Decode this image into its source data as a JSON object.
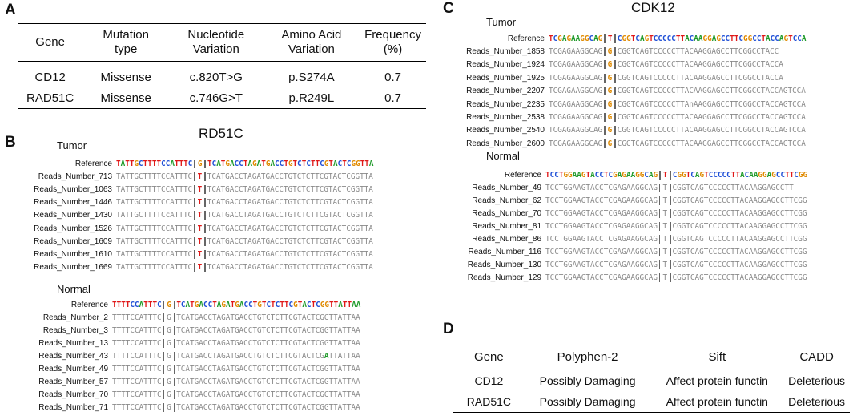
{
  "panels": {
    "A": "A",
    "B": "B",
    "C": "C",
    "D": "D"
  },
  "table_a": {
    "headers": [
      [
        "Gene"
      ],
      [
        "Mutation",
        "type"
      ],
      [
        "Nucleotide",
        "Variation"
      ],
      [
        "Amino Acid",
        "Variation"
      ],
      [
        "Frequency",
        "(%)"
      ]
    ],
    "rows": [
      [
        "CD12",
        "Missense",
        "c.820T>G",
        "p.S274A",
        "0.7"
      ],
      [
        "RAD51C",
        "Missense",
        "c.746G>T",
        "p.R249L",
        "0.7"
      ]
    ]
  },
  "panel_b": {
    "title": "RD51C",
    "tumor": {
      "label": "Tumor",
      "rows": [
        {
          "label": "Reference",
          "pre": "TATTGCTTTTCCATTTC",
          "mut": "G",
          "post": "TCATGACCTAGATGACCTGTCTCTTCGTACTCGGTTA",
          "ref": true
        },
        {
          "label": "Reads_Number_713",
          "pre": "TATTGCTTTTCCATTTC",
          "mut": "T",
          "post": "TCATGACCTAGATGACCTGTCTCTTCGTACTCGGTTA"
        },
        {
          "label": "Reads_Number_1063",
          "pre": "TATTGCTTTTCCATTTC",
          "mut": "T",
          "post": "TCATGACCTAGATGACCTGTCTCTTCGTACTCGGTTA"
        },
        {
          "label": "Reads_Number_1446",
          "pre": "TATTGCTTTTCCATTTC",
          "mut": "T",
          "post": "TCATGACCTAGATGACCTGTCTCTTCGTACTCGGTTA"
        },
        {
          "label": "Reads_Number_1430",
          "pre": "TATTGCTTTTCcATTTC",
          "mut": "T",
          "post": "TCATGACCTAGATGACCTGTCTCTTCGTACTCGGTTA"
        },
        {
          "label": "Reads_Number_1526",
          "pre": "TATTGCTTTTCCATTTC",
          "mut": "T",
          "post": "TCATGACCTAGATGACCTGTCTCTTCGTACTCGGTTA"
        },
        {
          "label": "Reads_Number_1609",
          "pre": "TATTGCTTTTCCATTTC",
          "mut": "T",
          "post": "TCATGACCTAGATGACCTGTCTCTTCGTACTCGGTTA"
        },
        {
          "label": "Reads_Number_1610",
          "pre": "TATTGCTTTTCCATTTC",
          "mut": "T",
          "post": "TCATGACCTAGATGACCTGTCTCTTCGTACTCGGTTA"
        },
        {
          "label": "Reads_Number_1669",
          "pre": "TATTGCTTTTCCATTTC",
          "mut": "T",
          "post": "TCATGACCTAGATGACCTGTCTCTTCGTACTCGGTTA"
        }
      ]
    },
    "normal": {
      "label": "Normal",
      "rows": [
        {
          "label": "Reference",
          "pre": "TTTTCCATTTC",
          "mut": "G",
          "post": "TCATGACCTAGATGACCTGTCTCTTCGTACTCGGTTATTAA",
          "ref": true
        },
        {
          "label": "Reads_Number_2",
          "pre": "TTTTCCATTTC",
          "mut": "G",
          "post": "TCATGACCTAGATGACCTGTCTCTTCGTACTCGGTTATTAA"
        },
        {
          "label": "Reads_Number_3",
          "pre": "TTTTCCATTTC",
          "mut": "G",
          "post": "TCATGACCTAGATGACCTGTCTCTTCGTACTCGGTTATTAA"
        },
        {
          "label": "Reads_Number_13",
          "pre": "TTTTCCATTTC",
          "mut": "G",
          "post": "TCATGACCTAGATGACCTGTCTCTTCGTACTCGGTTATTAA"
        },
        {
          "label": "Reads_Number_43",
          "pre": "TTTTCCATTTC",
          "mut": "G",
          "post": "TCATGACCTAGATGACCTGTCTCTTCGTACTCG",
          "hl": "A",
          "post2": "TTATTAA"
        },
        {
          "label": "Reads_Number_49",
          "pre": "TTTTCCATTTC",
          "mut": "G",
          "post": "TCATGACCTAGATGACCTGTCTCTTCGTACTCGGTTATTAA"
        },
        {
          "label": "Reads_Number_57",
          "pre": "TTTTCCATTTC",
          "mut": "G",
          "post": "TCATGACCTAGATGACCTGTCTCTTCGTACTCGGTTATTAA"
        },
        {
          "label": "Reads_Number_70",
          "pre": "TTTTCCATTTC",
          "mut": "G",
          "post": "TCATGACCTAGATGACCTGTCTCTTCGTACTCGGTTATTAA"
        },
        {
          "label": "Reads_Number_71",
          "pre": "TTTTCCATTTC",
          "mut": "G",
          "post": "TCATGACCTAGATGACCTGTCTCTTCGTACTCGGTTATTAA"
        }
      ]
    }
  },
  "panel_c": {
    "title": "CDK12",
    "tumor": {
      "label": "Tumor",
      "rows": [
        {
          "label": "Reference",
          "pre": "TCGAGAAGGCAG",
          "mut": "T",
          "post": "CGGTCAGTCCCCCTTACAAGGAGCCTTCGGCCTACCAGTCCA",
          "ref": true
        },
        {
          "label": "Reads_Number_1858",
          "pre": "TCGAGAAGGCAG",
          "mut": "G",
          "post": "CGGTCAGTCCCCCTTACAAGGAGCCTTCGGCCTACC"
        },
        {
          "label": "Reads_Number_1924",
          "pre": "TCGAGAAGGCAG",
          "mut": "G",
          "post": "CGGTCAGTCCCCCTTACAAGGAGCCTTCGGCCTACCA"
        },
        {
          "label": "Reads_Number_1925",
          "pre": "TCGAGAAGGCAG",
          "mut": "G",
          "post": "CGGTCAGTCCCCCTTACAAGGAGCCTTCGGCCTACCA"
        },
        {
          "label": "Reads_Number_2207",
          "pre": "TCGAGAAGGCAG",
          "mut": "G",
          "post": "CGGTCAGTCCCCCTTACAAGGAGCCTTCGGCCTACCAGTCCA"
        },
        {
          "label": "Reads_Number_2235",
          "pre": "TCGAGAAGGCAG",
          "mut": "G",
          "post": "CGGTCAGTCCCCCTTAnAAGGAGCCTTCGGCCTACCAGTCCA"
        },
        {
          "label": "Reads_Number_2538",
          "pre": "TCGAGAAGGCAG",
          "mut": "G",
          "post": "CGGTCAGTCCCCCTTACAAGGAGCCTTCGGCCTACCAGTCCA"
        },
        {
          "label": "Reads_Number_2540",
          "pre": "TCGAGAAGGCAG",
          "mut": "G",
          "post": "CGGTCAGTCCCCCTTACAAGGAGCCTTCGGCCTACCAGTCCA"
        },
        {
          "label": "Reads_Number_2600",
          "pre": "TCGAGAAGGCAG",
          "mut": "G",
          "post": "CGGTCAGTCCCCCTTACAAGGAGCCTTCGGCCTACCAGTCCA"
        }
      ]
    },
    "normal": {
      "label": "Normal",
      "rows": [
        {
          "label": "Reference",
          "pre": "TCCTGGAAGTACCTCGAGAAGGCAG",
          "mut": "T",
          "post": "CGGTCAGTCCCCCTTACAAGGAGCCTTCGG",
          "ref": true
        },
        {
          "label": "Reads_Number_49",
          "pre": "TCCTGGAAGTACCTCGAGAAGGCAG",
          "mut": "T",
          "post": "CGGTCAGTCCCCCTTACAAGGAGCCTT"
        },
        {
          "label": "Reads_Number_62",
          "pre": "TCCTGGAAGTACCTCGAGAAGGCAG",
          "mut": "T",
          "post": "CGGTCAGTCCCCCTTACAAGGAGCCTTCGG"
        },
        {
          "label": "Reads_Number_70",
          "pre": "TCCTGGAAGTACCTCGAGAAGGCAG",
          "mut": "T",
          "post": "CGGTCAGTCCCCCTTACAAGGAGCCTTCGG"
        },
        {
          "label": "Reads_Number_81",
          "pre": "TCCTGGAAGTACCTCGAGAAGGCAG",
          "mut": "T",
          "post": "CGGTCAGTCCCCCTTACAAGGAGCCTTCGG"
        },
        {
          "label": "Reads_Number_86",
          "pre": "TCCTGGAAGTACCTCGAGAAGGCAG",
          "mut": "T",
          "post": "CGGTCAGTCCCCCTTACAAGGAGCCTTCGG"
        },
        {
          "label": "Reads_Number_116",
          "pre": "TCCTGGAAGTACCTCGAGAAGGCAG",
          "mut": "T",
          "post": "CGGTCAGTCCCCCTTACAAGGAGCCTTCGG"
        },
        {
          "label": "Reads_Number_130",
          "pre": "TCCTGGAAGTACCTCGAGAAGGCAG",
          "mut": "T",
          "post": "CGGTCAGTCCCCCTTACAAGGAGCCTTCGG"
        },
        {
          "label": "Reads_Number_129",
          "pre": "TCCTGGAAGTACCTCGAGAAGGCAG",
          "mut": "T",
          "post": "CGGTCAGTCCCCCTTACAAGGAGCCTTCGG"
        }
      ]
    }
  },
  "table_d": {
    "headers": [
      "Gene",
      "Polyphen-2",
      "Sift",
      "CADD"
    ],
    "rows": [
      [
        "CD12",
        "Possibly Damaging",
        "Affect protein functin",
        "Deleterious"
      ],
      [
        "RAD51C",
        "Possibly Damaging",
        "Affect protein functin",
        "Deleterious"
      ]
    ]
  },
  "colors": {
    "A": "#1f9a2a",
    "C": "#1f4fd6",
    "G": "#e08a00",
    "T": "#e01818",
    "read": "#8a8a8a"
  }
}
